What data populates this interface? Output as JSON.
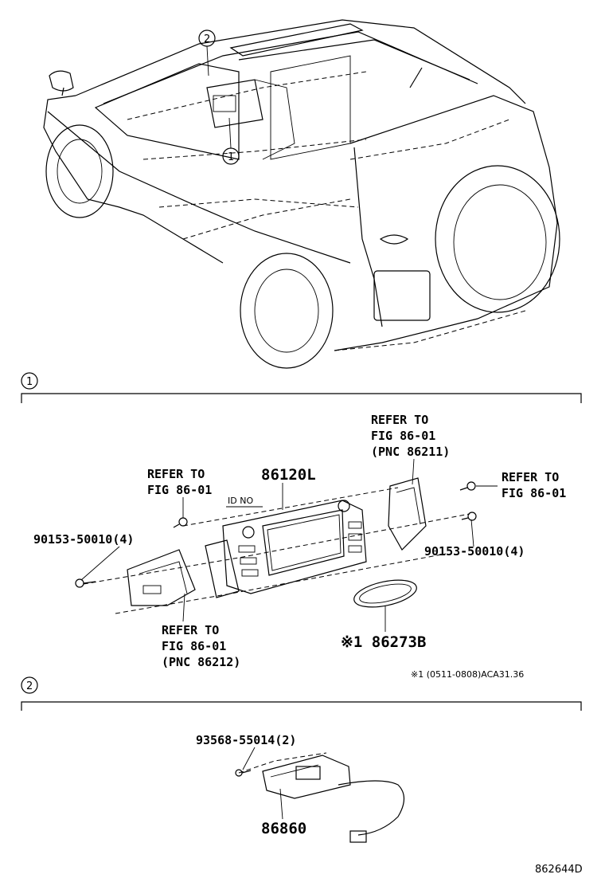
{
  "callouts": {
    "c1": "1",
    "c2": "2"
  },
  "section1": {
    "marker": "1",
    "labels": {
      "refer_top_right_1": "REFER TO",
      "refer_top_right_2": "FIG 86-01",
      "refer_top_right_3": "(PNC 86211)",
      "refer_right_1": "REFER TO",
      "refer_right_2": "FIG 86-01",
      "refer_left_1": "REFER TO",
      "refer_left_2": "FIG 86-01",
      "main_part": "86120L",
      "id_no": "ID NO",
      "bolt_left": "90153-50010(4)",
      "bolt_right": "90153-50010(4)",
      "refer_bottom_1": "REFER TO",
      "refer_bottom_2": "FIG 86-01",
      "refer_bottom_3": "(PNC 86212)",
      "ring_part": "※1 86273B",
      "note": "※1 (0511-0808)ACA31.36"
    }
  },
  "section2": {
    "marker": "2",
    "labels": {
      "screw": "93568-55014(2)",
      "unit": "86860"
    }
  },
  "figure_id": "862644D"
}
